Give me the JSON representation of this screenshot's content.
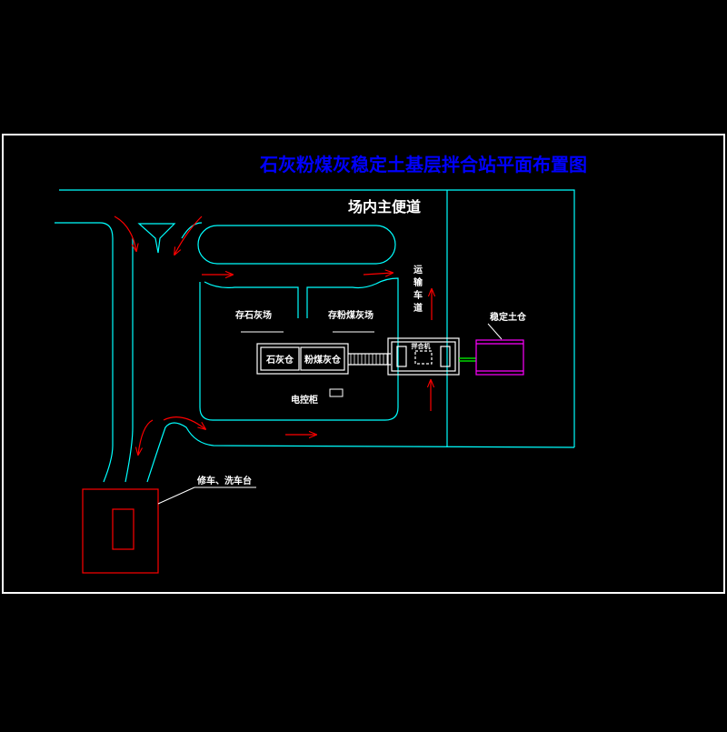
{
  "title": "石灰粉煤灰稳定土基层拌合站平面布置图",
  "labels": {
    "main_road": "场内主便道",
    "transport_road": [
      "运",
      "输",
      "车",
      "道"
    ],
    "lime_yard": "存石灰场",
    "flyash_yard": "存粉煤灰场",
    "lime_bin": "石灰仓",
    "flyash_bin": "粉煤灰仓",
    "mixer": "拌合机",
    "stabilized_bin": "稳定土仓",
    "control_cabinet": "电控柜",
    "wash_platform": "修车、洗车台"
  },
  "colors": {
    "background": "#000000",
    "frame": "#ffffff",
    "title": "#0000ff",
    "roads": "#00ffff",
    "arrows": "#ff0000",
    "wash_platform": "#ff0000",
    "stabilized_bin": "#ff00ff",
    "conveyor": "#00ff00",
    "text": "#ffffff"
  }
}
